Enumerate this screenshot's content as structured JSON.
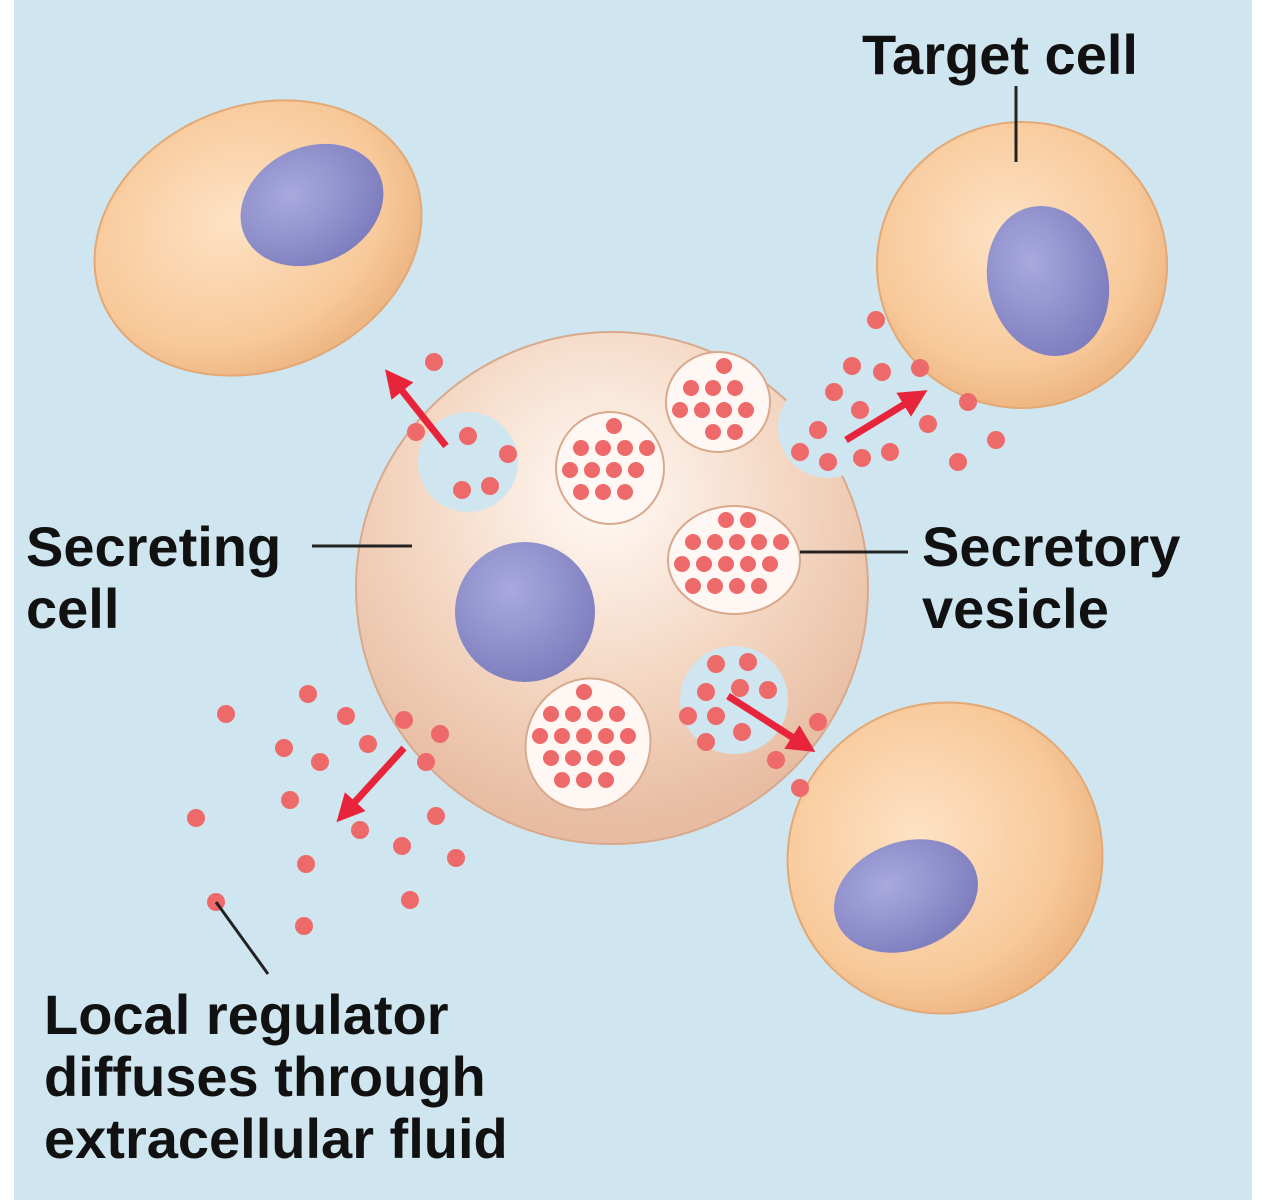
{
  "labels": {
    "target_cell": "Target cell",
    "secreting_cell": [
      "Secreting",
      "cell"
    ],
    "secretory_vesicle": [
      "Secretory",
      "vesicle"
    ],
    "local_regulator": [
      "Local regulator",
      "diffuses through",
      "extracellular fluid"
    ]
  },
  "colors": {
    "background": "#cfe6f0",
    "target_cell_fill": "#f8c99a",
    "secreting_cell_fill": "#f2d3bd",
    "nucleus": "#8c8cc9",
    "regulator_dot": "#ee6a6a",
    "arrow": "#e8243a"
  }
}
